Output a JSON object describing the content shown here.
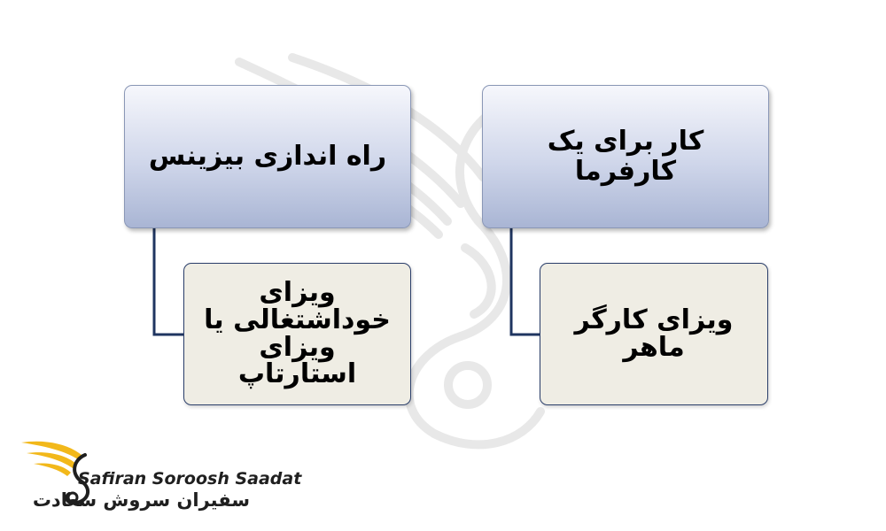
{
  "diagram": {
    "boxes": {
      "left_top": "راه اندازی بیزینس",
      "right_top": "کار برای یک کارفرما",
      "left_sub": "ویزای خوداشتغالی یا ویزای استارتاپ",
      "right_sub": "ویزای کارگر ماهر"
    }
  },
  "logo": {
    "english": "Safiran Soroosh Saadat",
    "persian": "سفیران سروش سعادت"
  },
  "colors": {
    "top_box_gradient_start": "#f6f7fc",
    "top_box_gradient_end": "#a9b5d4",
    "sub_box_fill": "#efede4",
    "connector": "#1f3560",
    "logo_gold": "#f2b81a",
    "text": "#000000"
  }
}
